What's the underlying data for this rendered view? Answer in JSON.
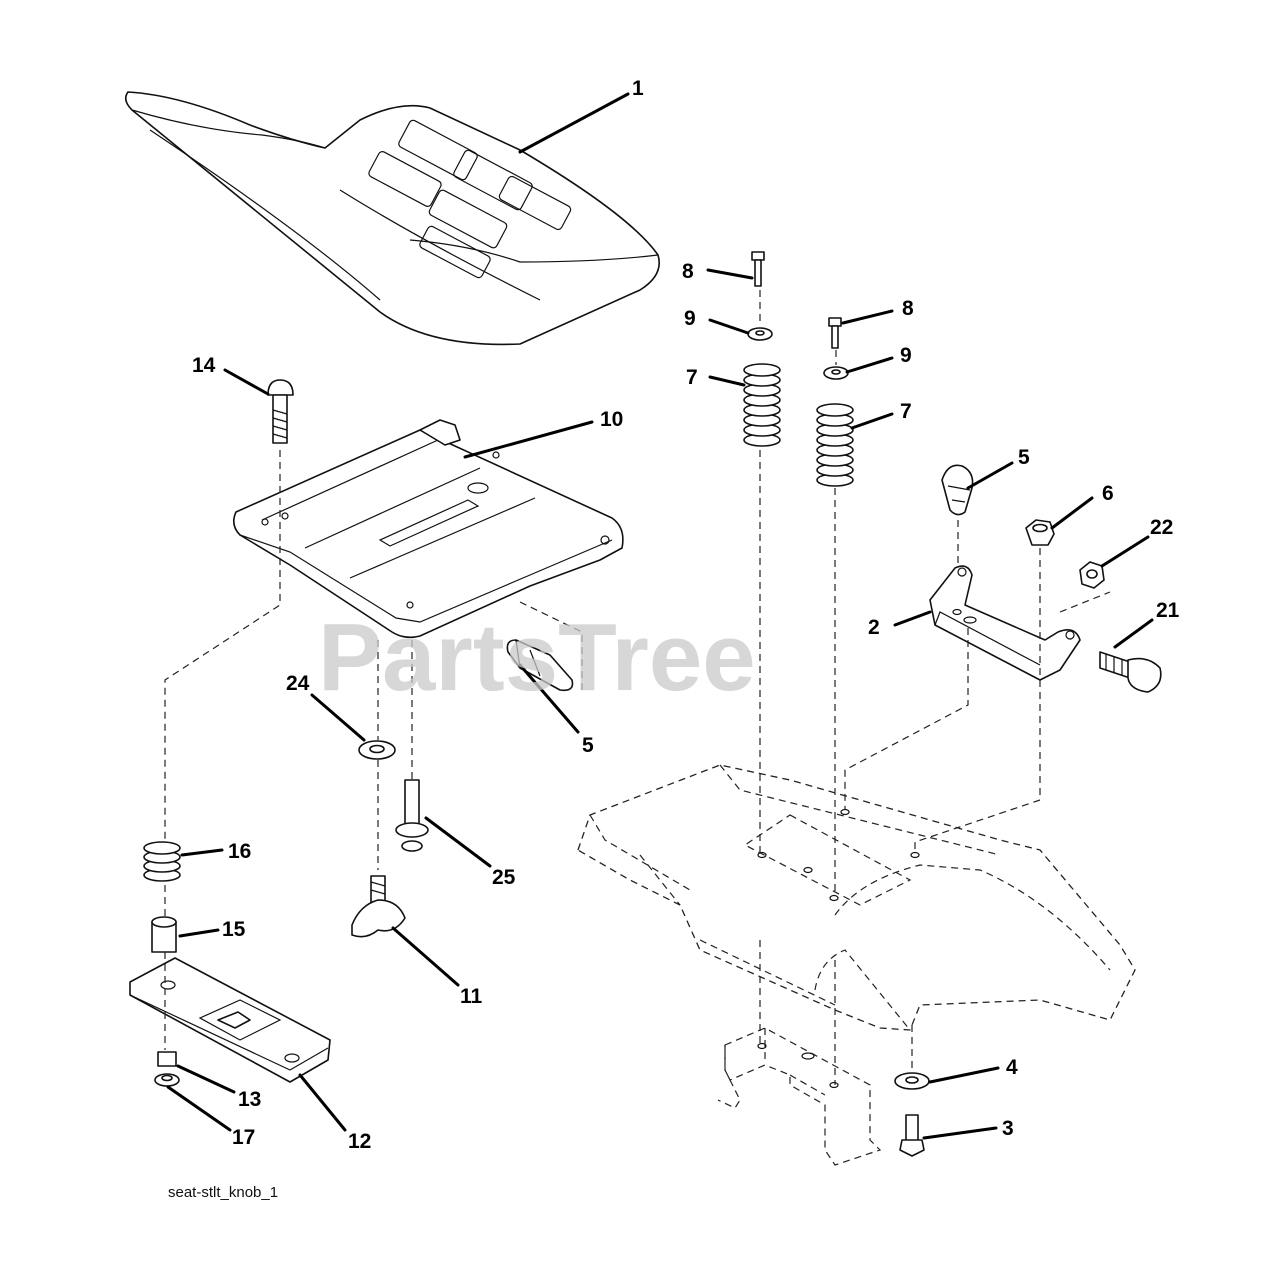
{
  "watermark": "PartsTree",
  "drawing_ref": "seat-stlt_knob_1",
  "callouts": {
    "c1": "1",
    "c2": "2",
    "c3": "3",
    "c4": "4",
    "c5a": "5",
    "c5b": "5",
    "c6": "6",
    "c7a": "7",
    "c7b": "7",
    "c8a": "8",
    "c8b": "8",
    "c9a": "9",
    "c9b": "9",
    "c10": "10",
    "c11": "11",
    "c12": "12",
    "c13": "13",
    "c14": "14",
    "c15": "15",
    "c16": "16",
    "c17": "17",
    "c21": "21",
    "c22": "22",
    "c24": "24",
    "c25": "25"
  }
}
